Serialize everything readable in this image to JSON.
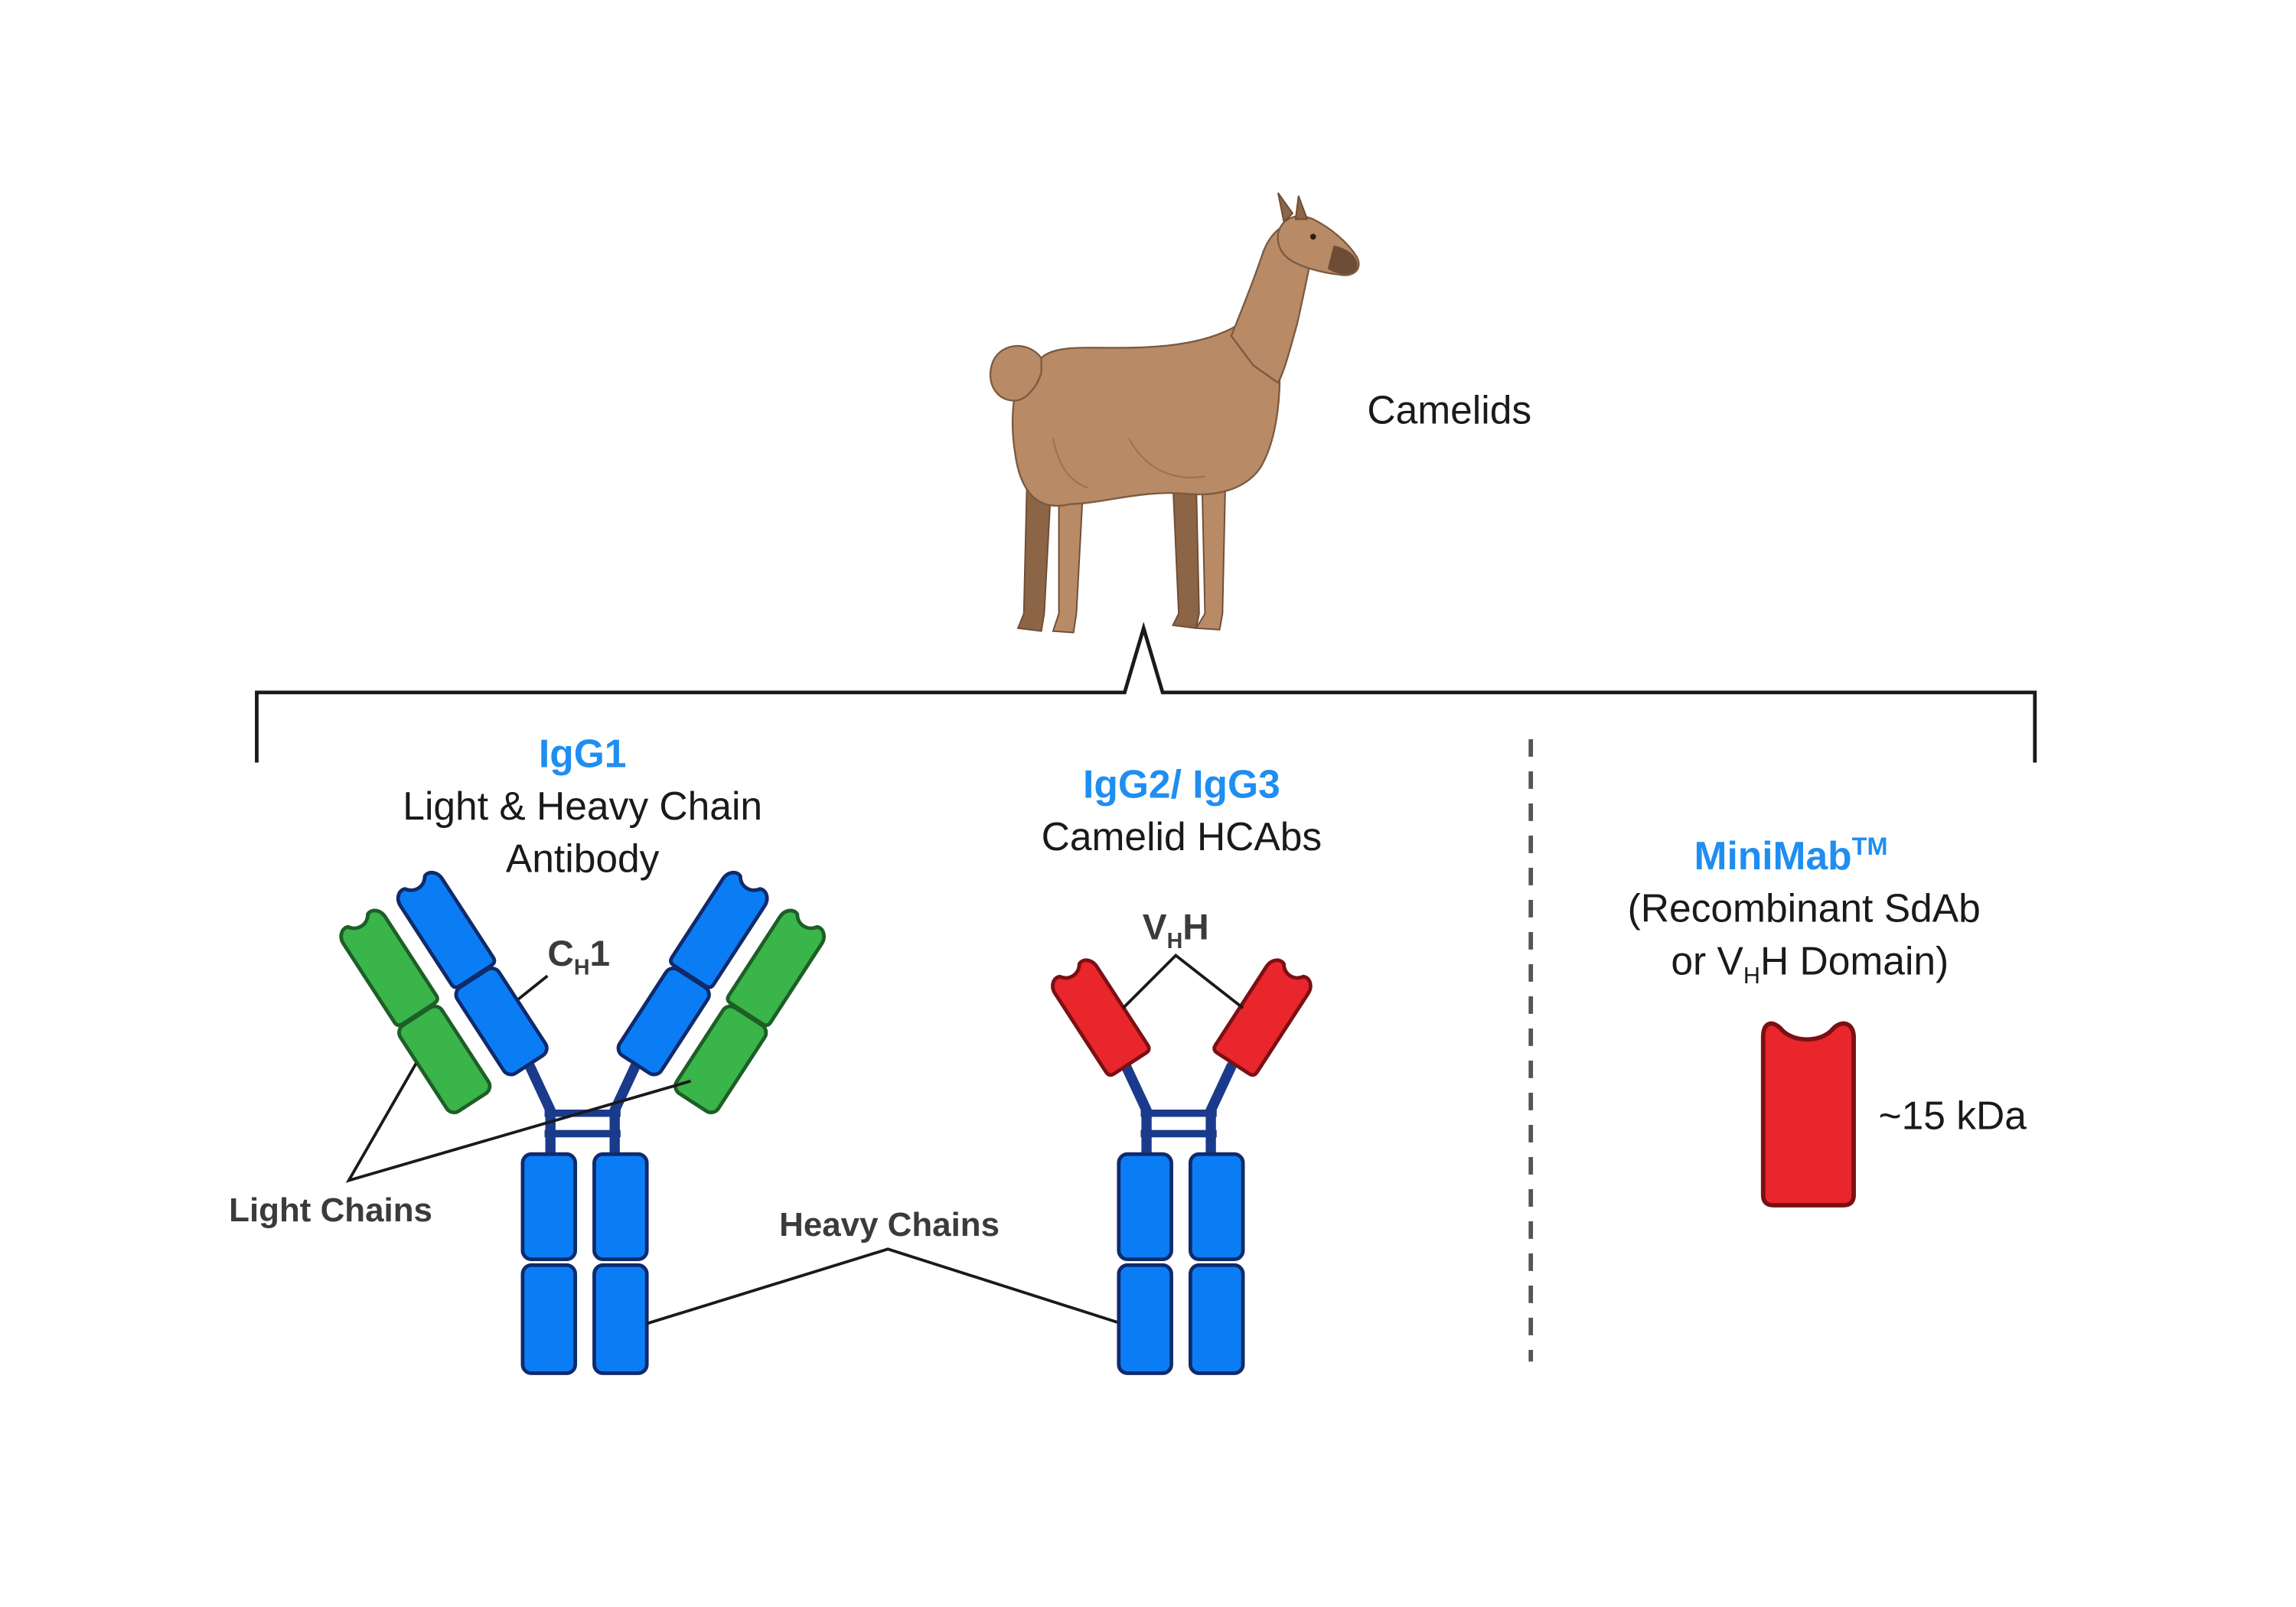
{
  "animal_label": "Camelids",
  "igg1": {
    "title": "IgG1",
    "line1": "Light & Heavy Chain",
    "line2": "Antibody",
    "ch1_main": "C",
    "ch1_sub": "H",
    "ch1_end": "1"
  },
  "igg23": {
    "title": "IgG2/ IgG3",
    "subtitle": "Camelid HCAbs",
    "vhh_main": "V",
    "vhh_sub": "H",
    "vhh_end": "H"
  },
  "minimab": {
    "title": "MiniMab",
    "tm": "TM",
    "line1": "(Recombinant SdAb",
    "line2_pre": "or V",
    "line2_sub": "H",
    "line2_post": "H Domain)",
    "size": "~15 kDa"
  },
  "labels": {
    "light_chains": "Light Chains",
    "heavy_chains": "Heavy Chains"
  },
  "colors": {
    "heavy_chain": "#0a7df5",
    "light_chain": "#39b54a",
    "vhh_domain": "#e8262b",
    "hinge": "#1a3a8c",
    "label_accent": "#1f8ef1",
    "animal": "#b88a66"
  },
  "icons": [
    "llama-icon",
    "igg1-antibody-icon",
    "hcab-antibody-icon",
    "minimab-domain-icon"
  ]
}
